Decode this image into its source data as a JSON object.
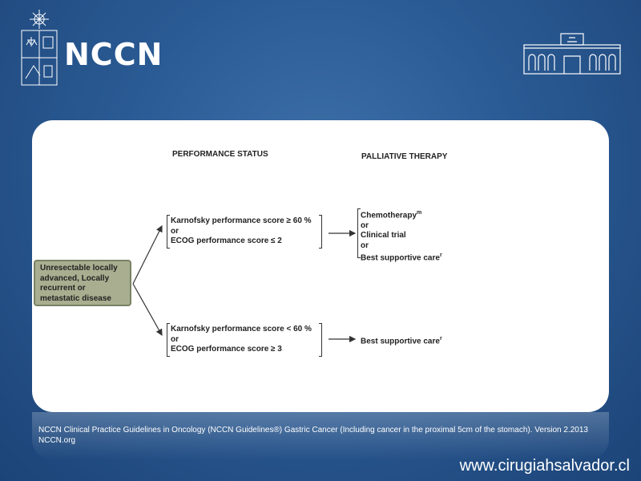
{
  "header": {
    "logo_text": "NCCN"
  },
  "diagram": {
    "performance_heading": "PERFORMANCE STATUS",
    "palliative_heading": "PALLIATIVE THERAPY",
    "start": "Unresectable locally advanced, Locally recurrent or metastatic disease",
    "upper_condition": {
      "line1": "Karnofsky performance score ≥ 60 %",
      "line2": "or",
      "line3": "ECOG performance score ≤ 2"
    },
    "upper_therapy": {
      "line1": "Chemotherapy",
      "line1_sup": "m",
      "line2": "or",
      "line3": "Clinical trial",
      "line4": "or",
      "line5": "Best supportive care",
      "line5_sup": "r"
    },
    "lower_condition": {
      "line1": "Karnofsky performance score < 60 %",
      "line2": "or",
      "line3": "ECOG performance score ≥ 3"
    },
    "lower_therapy": {
      "line1": "Best supportive care",
      "line1_sup": "r"
    }
  },
  "footer": {
    "citation": "NCCN Clinical Practice Guidelines in Oncology (NCCN Guidelines®) Gastric Cancer (Including cancer in the proximal 5cm of the stomach). Version 2.2013 NCCN.org",
    "website": "www.cirugiahsalvador.cl"
  }
}
